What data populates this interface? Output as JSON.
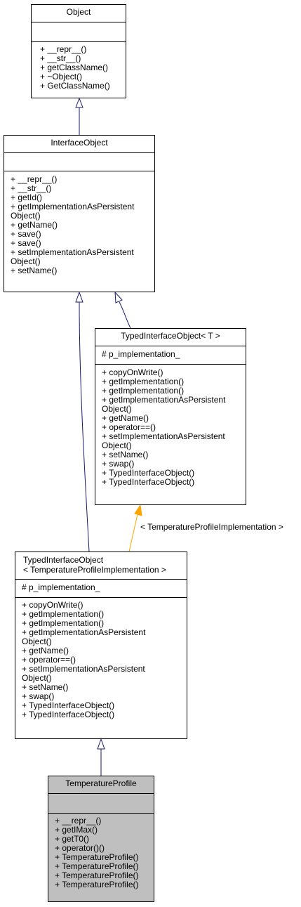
{
  "classes": {
    "object": {
      "name": "Object",
      "attributes": [],
      "methods": [
        "+ __repr__()",
        "+ __str__()",
        "+ getClassName()",
        "+ ~Object()",
        "+ GetClassName()"
      ]
    },
    "interface_object": {
      "name": "InterfaceObject",
      "attributes": [],
      "methods": [
        "+ __repr__()",
        "+ __str__()",
        "+ getId()",
        "+ getImplementationAsPersistent",
        "Object()",
        "+ getName()",
        "+ save()",
        "+ save()",
        "+ setImplementationAsPersistent",
        "Object()",
        "+ setName()"
      ]
    },
    "typed_interface_object_t": {
      "name": "TypedInterfaceObject< T >",
      "attributes": [
        "# p_implementation_"
      ],
      "methods": [
        "+ copyOnWrite()",
        "+ getImplementation()",
        "+ getImplementation()",
        "+ getImplementationAsPersistent",
        "Object()",
        "+ getName()",
        "+ operator==()",
        "+ setImplementationAsPersistent",
        "Object()",
        "+ setName()",
        "+ swap()",
        "+ TypedInterfaceObject()",
        "+ TypedInterfaceObject()"
      ]
    },
    "typed_interface_object_tpi": {
      "name_line1": "TypedInterfaceObject",
      "name_line2": "< TemperatureProfileImplementation >",
      "attributes": [
        "# p_implementation_"
      ],
      "methods": [
        "+ copyOnWrite()",
        "+ getImplementation()",
        "+ getImplementation()",
        "+ getImplementationAsPersistent",
        "Object()",
        "+ getName()",
        "+ operator==()",
        "+ setImplementationAsPersistent",
        "Object()",
        "+ setName()",
        "+ swap()",
        "+ TypedInterfaceObject()",
        "+ TypedInterfaceObject()"
      ]
    },
    "temperature_profile": {
      "name": "TemperatureProfile",
      "attributes": [],
      "methods": [
        "+ __repr__()",
        "+ getIMax()",
        "+ getT0()",
        "+ operator()()",
        "+ TemperatureProfile()",
        "+ TemperatureProfile()",
        "+ TemperatureProfile()",
        "+ TemperatureProfile()"
      ]
    }
  },
  "template_binding_label": "< TemperatureProfileImplementation >",
  "colors": {
    "inheritance_edge": "#191970",
    "template_edge": "#ffa500",
    "highlight_fill": "#bfbfbf"
  }
}
